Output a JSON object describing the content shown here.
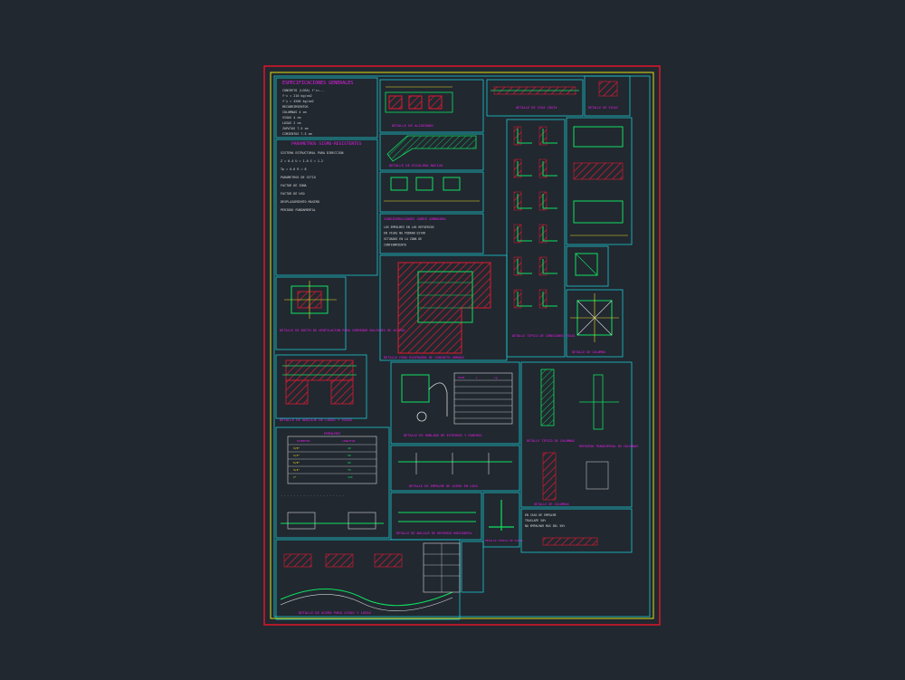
{
  "palette": {
    "background": "#212830",
    "sheet_border": "#e0142a",
    "inner_border": "#e0e010",
    "panel_line": "#19c8d2",
    "title_text": "#e61ee6",
    "note_text": "#d8d8d8",
    "rebar": "#10e060",
    "hatch": "#e01a30",
    "yellow": "#f0e020"
  },
  "panels": {
    "general_specs": {
      "title": "ESPECIFICACIONES GENERALES",
      "lines": [
        "CONCRETO (LOSA) f'c=...",
        "f'c = 210 kg/cm2",
        "f'y = 4200 kg/cm2",
        "RECUBRIMIENTOS",
        "COLUMNAS 4 cm",
        "VIGAS 4 cm",
        "LOSAS 2 cm",
        "ZAPATAS 7.5 cm",
        "CIMIENTOS 7.5 cm"
      ]
    },
    "seismic_params": {
      "title": "PARAMETROS SISMO-RESISTENTES",
      "lines": [
        "SISTEMA ESTRUCTURAL PARA DIRECCION",
        "Z = 0.4  U = 1.0  S = 1.2",
        "Tp = 0.6  R = 8",
        "PARAMETROS DE SITIO",
        "FACTOR DE ZONA",
        "FACTOR DE USO",
        "DESPLAZAMIENTO MAXIMO",
        "PERIODO FUNDAMENTAL"
      ]
    },
    "duct_detail": {
      "title": "DETALLE DE DUCTO DE VENTILACION PARA CORREDOR BALCONES DE ACCESO"
    },
    "slab_anchor": {
      "title": "DETALLE DE ANCLAJE DE LOSAS Y VIGAS"
    },
    "brick_slab": {
      "title": "DETALLE DE ALIGERADO"
    },
    "solid_slab": {
      "title": "DETALLE DE ESCALERA MACIZA"
    },
    "slab_notes": {
      "title": "CONSIDERACIONES SOBRE ARMADURA",
      "lines": [
        "LOS EMPALMES EN LOS REFUERZOS",
        "EN VIGAS NO PODRAN ESTAR",
        "SITUADOS EN LA ZONA DE",
        "CONFINAMIENTO"
      ]
    },
    "corner_slab": {
      "title": "DETALLE PARA DIAFRAGMA DE CONCRETO ARMADO"
    },
    "top_beam": {
      "title": "DETALLE DE VIGA CHATA"
    },
    "top_right_small": {
      "title": "DETALLE DE VIGAS"
    },
    "joint_details": {
      "title": "DETALLE TIPICO DE CONEXIONES VIGAS"
    },
    "column_section": {
      "title": "DETALLE DE COLUMNA"
    },
    "stirrups": {
      "title": "DETALLE DE DOBLADO DE ESTRIBOS Y GANCHOS"
    },
    "stirrup_table_head": [
      "DIAM",
      "L",
      "Lg"
    ],
    "column_elev": {
      "title": "DETALLE TIPICO DE COLUMNAS"
    },
    "transverse_ref": {
      "title": "REFUERZO TRANSVERSAL DE COLUMNAS"
    },
    "lap_table": {
      "title": "EMPALMES",
      "headers": [
        "DIAMETRO",
        "LONGITUD"
      ],
      "rows": [
        [
          "3/8\"",
          "40"
        ],
        [
          "1/2\"",
          "50"
        ],
        [
          "5/8\"",
          "60"
        ],
        [
          "3/4\"",
          "70"
        ],
        [
          "1\"",
          "110"
        ]
      ]
    },
    "rebar_splice": {
      "title": "DETALLE DE EMPALME DE ACERO EN LOSA"
    },
    "hook_anchor": {
      "title": "DETALLE DE ANCLAJE DE REFUERZO HORIZONTAL"
    },
    "beam_typical": {
      "title": "DETALLE TIPICO DE VIGAS"
    },
    "column_bottom": {
      "title": "DETALLE DE COLUMNAS"
    },
    "column_notes": {
      "lines": [
        "EN CASO DE EMPALME",
        "TRASLAPE 50%",
        "NO EMPALMAR MAS DEL 50%"
      ]
    },
    "bottom_left": {
      "title": "DETALLE DE ACERO PARA VIGAS Y LOSAS"
    },
    "bottom_mid": {
      "title": "DETALLE DE BLOQUES"
    }
  }
}
